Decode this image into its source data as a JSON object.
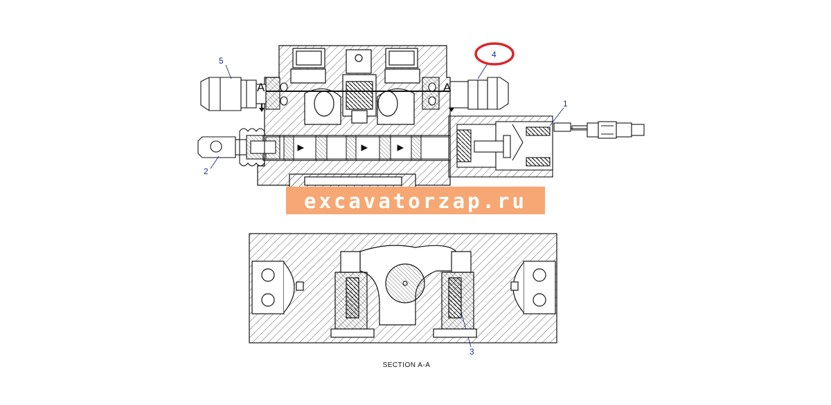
{
  "callouts": {
    "c1": "1",
    "c2": "2",
    "c3": "3",
    "c4": "4",
    "c5": "5"
  },
  "section_marks": {
    "left": "A",
    "right": "A"
  },
  "section_caption": "SECTION  A-A",
  "watermark": "excavatorzap.ru",
  "colors": {
    "line": "#111111",
    "callout_text": "#1a2a8a",
    "highlight_circle": "#d8262c",
    "watermark_bg": "#f6a773",
    "watermark_text": "#ffffff"
  }
}
